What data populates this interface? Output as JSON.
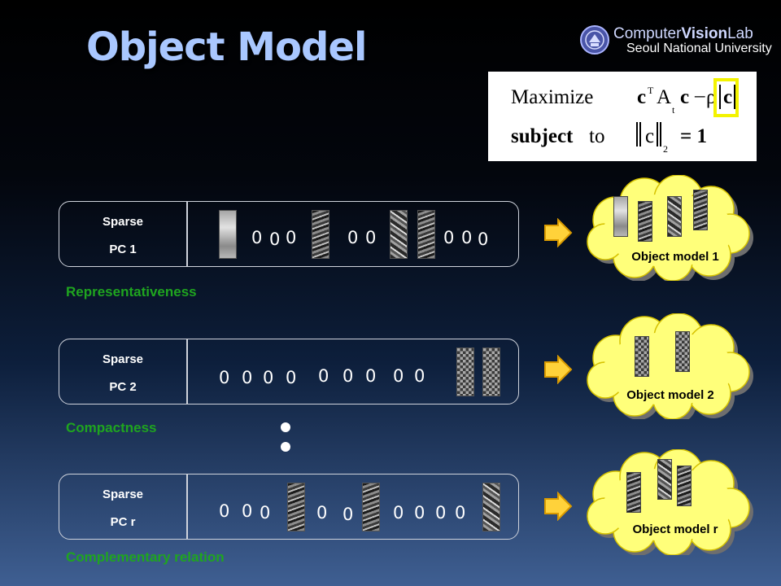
{
  "slide": {
    "title": "Object Model",
    "logo": {
      "line1_plain": "Computer",
      "line1_bold": "Vision",
      "line1_end": "Lab",
      "line2": "Seoul National University"
    },
    "equation": {
      "maximize": "Maximize",
      "c1": "c",
      "T": "T",
      "A": "A",
      "t": "t",
      "c2": "c",
      "minus": "–",
      "rho": "ρ",
      "c3": "c",
      "subject": "subject",
      "to": "to",
      "c4": "c",
      "two": "2",
      "eq": "= 1"
    },
    "rows": [
      {
        "label_line1": "Sparse",
        "label_line2": "PC 1",
        "zeros": [
          "0",
          "0",
          "0",
          "0",
          "0",
          "0",
          "0",
          "0"
        ],
        "caption": "Representativeness",
        "model_label": "Object model 1"
      },
      {
        "label_line1": "Sparse",
        "label_line2": "PC 2",
        "zeros": [
          "0",
          "0",
          "0",
          "0",
          "0",
          "0",
          "0",
          "0",
          "0"
        ],
        "caption": "Compactness",
        "model_label": "Object model 2"
      },
      {
        "label_line1": "Sparse",
        "label_line2": "PC r",
        "zeros": [
          "0",
          "0",
          "0",
          "0",
          "0",
          "0",
          "0",
          "0",
          "0"
        ],
        "caption": "Complementary relation",
        "model_label": "Object model r"
      }
    ]
  },
  "colors": {
    "title": "#a9c7ff",
    "caption": "#1fa51f",
    "cloud": "#ffff7a",
    "arrow": "#ffd23a",
    "highlight": "#f3f300"
  },
  "icons": {
    "arrow": "right-arrow-icon",
    "cloud": "cloud-shape",
    "seal": "university-seal-icon",
    "dots": "vertical-ellipsis-icon"
  }
}
